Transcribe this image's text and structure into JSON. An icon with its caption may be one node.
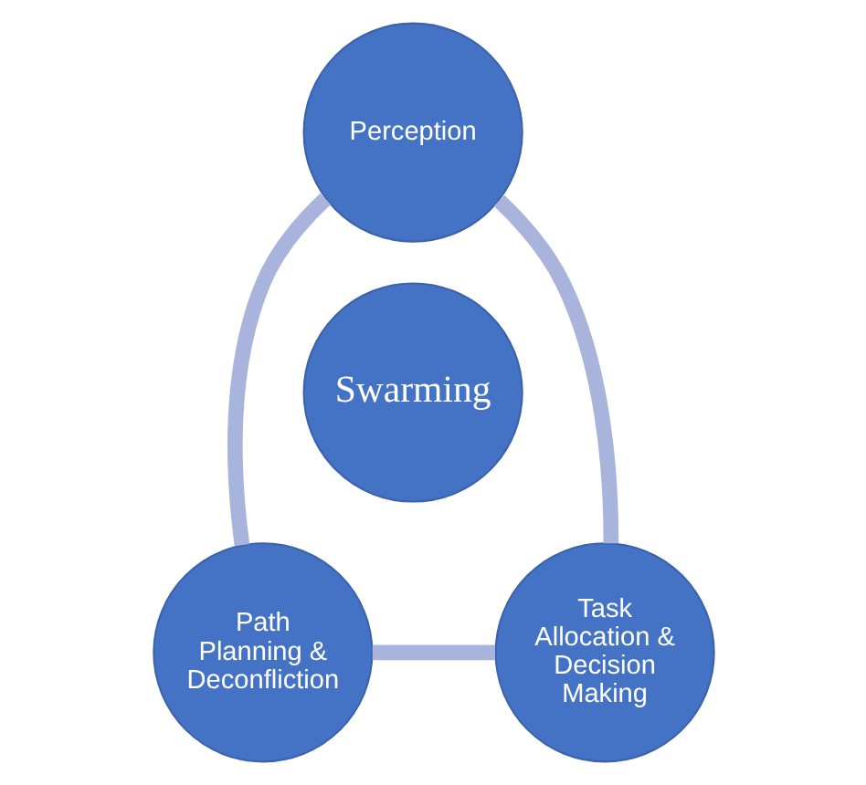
{
  "diagram": {
    "nodes": [
      {
        "text": [
          "Perception"
        ]
      },
      {
        "text": [
          "Swarming"
        ]
      },
      {
        "text": [
          "Path Planning & Deconfliction"
        ]
      },
      {
        "text": [
          "Task Allocation & Decision Making"
        ]
      }
    ],
    "edges": [
      {
        "from": 0,
        "to": 3,
        "arrow": "none"
      },
      {
        "from": 3,
        "to": 2,
        "arrow": "none"
      },
      {
        "from": 2,
        "to": 0,
        "arrow": "none"
      }
    ]
  }
}
